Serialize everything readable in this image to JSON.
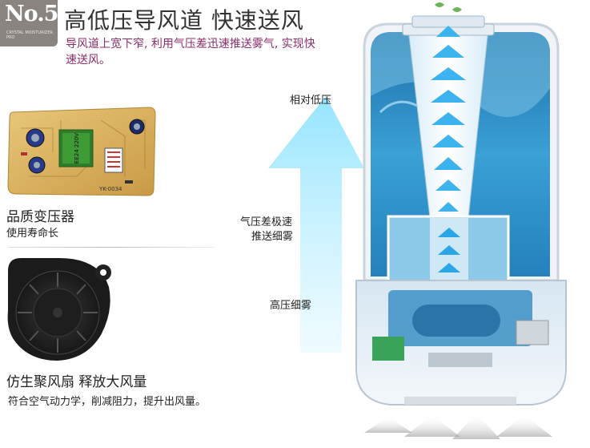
{
  "badge": {
    "number": "No.5",
    "caption": "CRYSTAL MOISTURIZER PRO"
  },
  "header": {
    "title": "高低压导风道 快速送风",
    "subtitle": "导风道上宽下窄, 利用气压差迅速推送雾气, 实现快速送风。"
  },
  "board": {
    "chip_text": "EE24 220V",
    "model_text": "YK-0034"
  },
  "feature1": {
    "title": "品质变压器",
    "sub": "使用寿命长"
  },
  "feature2": {
    "title": "仿生聚风扇 释放大风量",
    "sub": "符合空气动力学，削减阻力，提升出风量。"
  },
  "labels": {
    "low_pressure": "相对低压",
    "diff_line1": "气压差极速",
    "diff_line2": "推送细雾",
    "high_pressure": "高压细雾"
  },
  "colors": {
    "water": "#2e8fc7",
    "arrow": "#5fc9f0",
    "badge": "#8a8480",
    "subtitle": "#8a2e6a"
  }
}
